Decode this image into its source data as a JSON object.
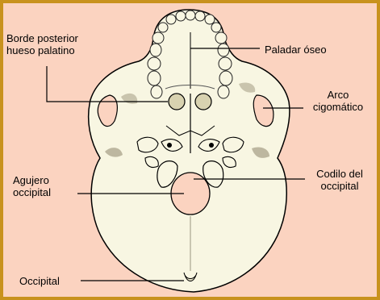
{
  "colors": {
    "background": "#fbd3c0",
    "border": "#c8921e",
    "bone": "#f8f6e2",
    "outline": "#000000"
  },
  "labels": {
    "borde_posterior": "Borde posterior\nhueso palatino",
    "paladar_oseo": "Paladar óseo",
    "arco_cigomatico": "Arco\ncigomático",
    "agujero_occipital": "Agujero\noccipital",
    "codilo_occipital": "Codilo del\noccipital",
    "occipital": "Occipital"
  }
}
